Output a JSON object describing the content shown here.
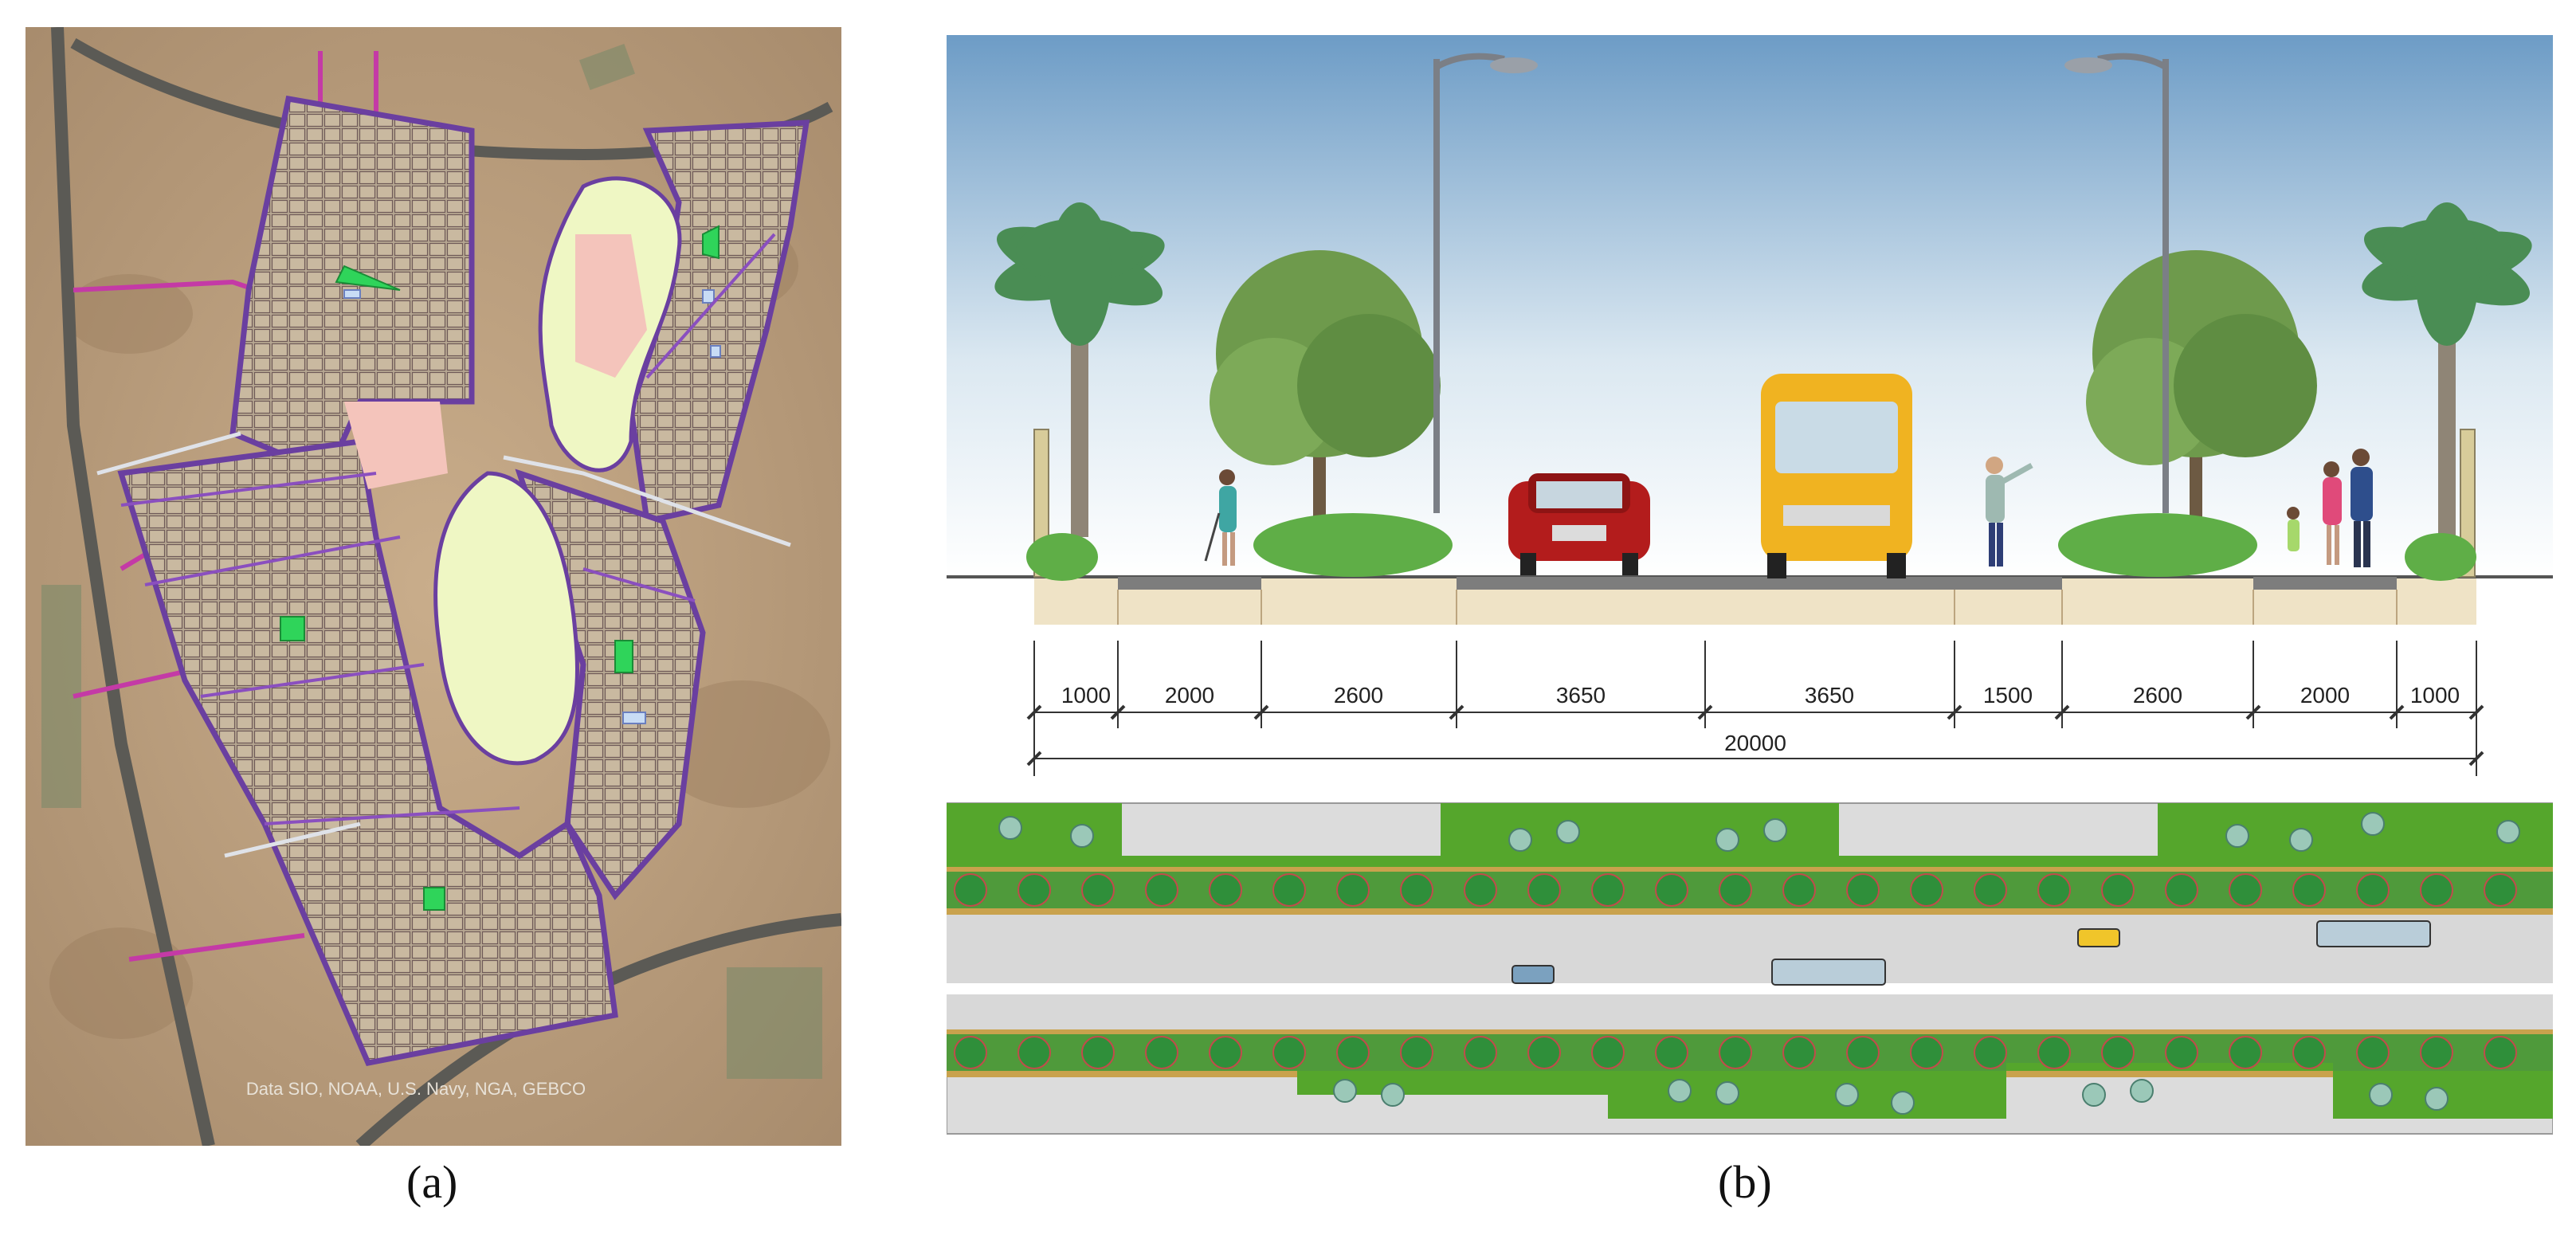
{
  "figure": {
    "panel_a": {
      "caption": "(a)",
      "map_credit": "Data SIO, NOAA, U.S. Navy, NGA, GEBCO"
    },
    "panel_b": {
      "caption": "(b)",
      "segment_widths": [
        "1000",
        "2000",
        "2600",
        "3650",
        "3650",
        "1500",
        "2600",
        "2000",
        "1000"
      ],
      "total_width": "20000"
    }
  }
}
